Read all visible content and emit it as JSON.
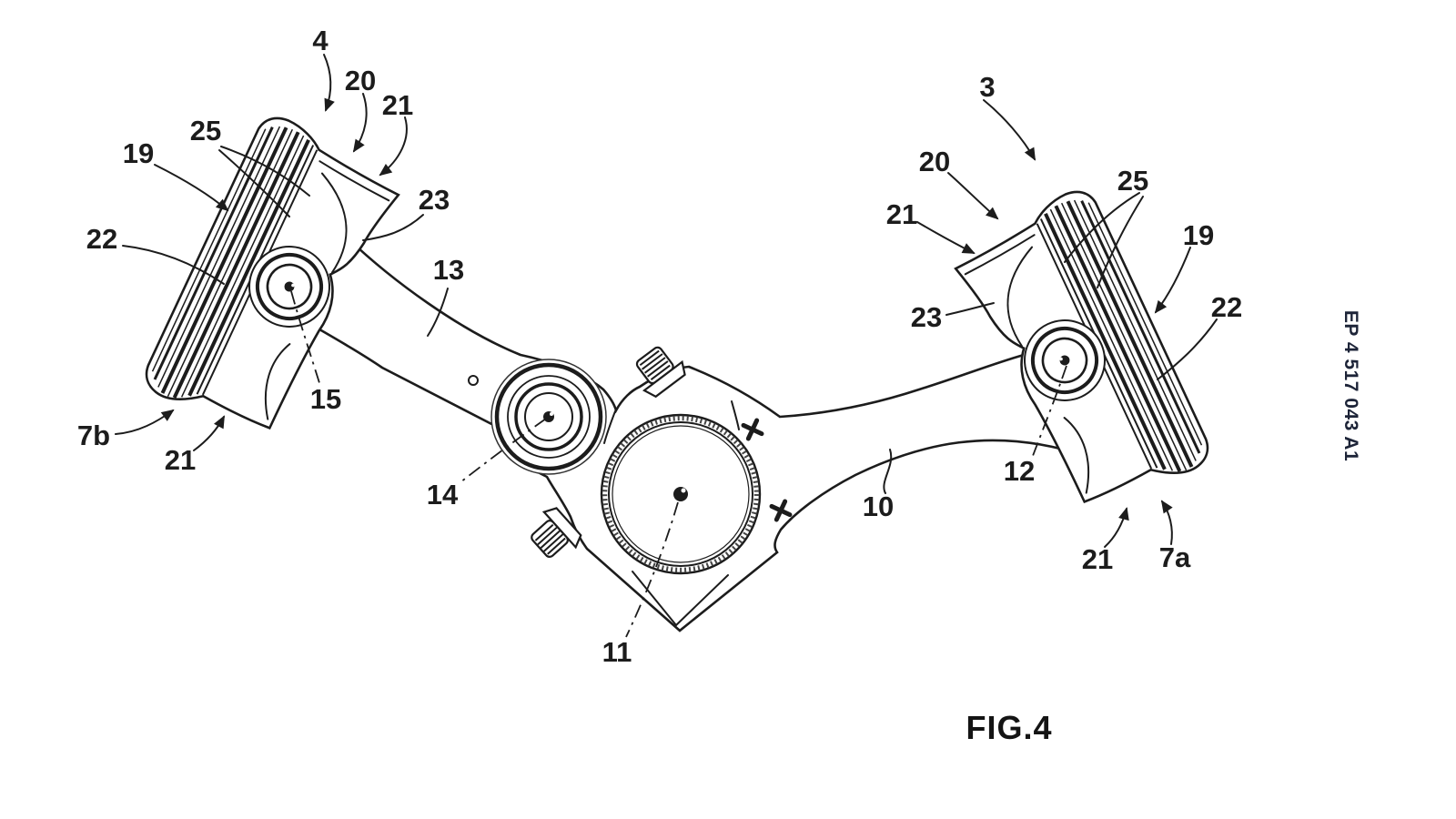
{
  "document": {
    "publication_number": "EP 4 517 043 A1",
    "figure_caption": "FIG.4"
  },
  "figure": {
    "type": "patent-line-drawing",
    "subject": "Two pistons with connecting rods joined on a common crankpin big-end",
    "colors": {
      "ink": "#1c1c1c",
      "paper": "#ffffff",
      "publication_text": "#1d2438"
    },
    "reference_labels": [
      {
        "ref": "4",
        "leader": "curved-arrow"
      },
      {
        "ref": "20",
        "leader": "curved-arrow"
      },
      {
        "ref": "21",
        "leader": "curved-arrow"
      },
      {
        "ref": "25",
        "leader": "double-curve"
      },
      {
        "ref": "19",
        "leader": "curved-arrow"
      },
      {
        "ref": "22",
        "leader": "curve"
      },
      {
        "ref": "23",
        "leader": "curve"
      },
      {
        "ref": "13",
        "leader": "curve"
      },
      {
        "ref": "15",
        "leader": "dash-dot"
      },
      {
        "ref": "7b",
        "leader": "curved-arrow"
      },
      {
        "ref": "21",
        "leader": "curved-arrow"
      },
      {
        "ref": "14",
        "leader": "dash-dot"
      },
      {
        "ref": "11",
        "leader": "dash-dot"
      },
      {
        "ref": "10",
        "leader": "curve"
      },
      {
        "ref": "12",
        "leader": "dash-dot"
      },
      {
        "ref": "21",
        "leader": "curved-arrow"
      },
      {
        "ref": "7a",
        "leader": "curved-arrow"
      },
      {
        "ref": "3",
        "leader": "curved-arrow"
      },
      {
        "ref": "20",
        "leader": "curved-arrow"
      },
      {
        "ref": "21",
        "leader": "curved-arrow"
      },
      {
        "ref": "23",
        "leader": "curve"
      },
      {
        "ref": "19",
        "leader": "curved-arrow"
      },
      {
        "ref": "22",
        "leader": "curve"
      },
      {
        "ref": "25",
        "leader": "double-curve"
      }
    ],
    "marks": {
      "cross_marks_count": 2,
      "bolts_count": 2
    }
  }
}
